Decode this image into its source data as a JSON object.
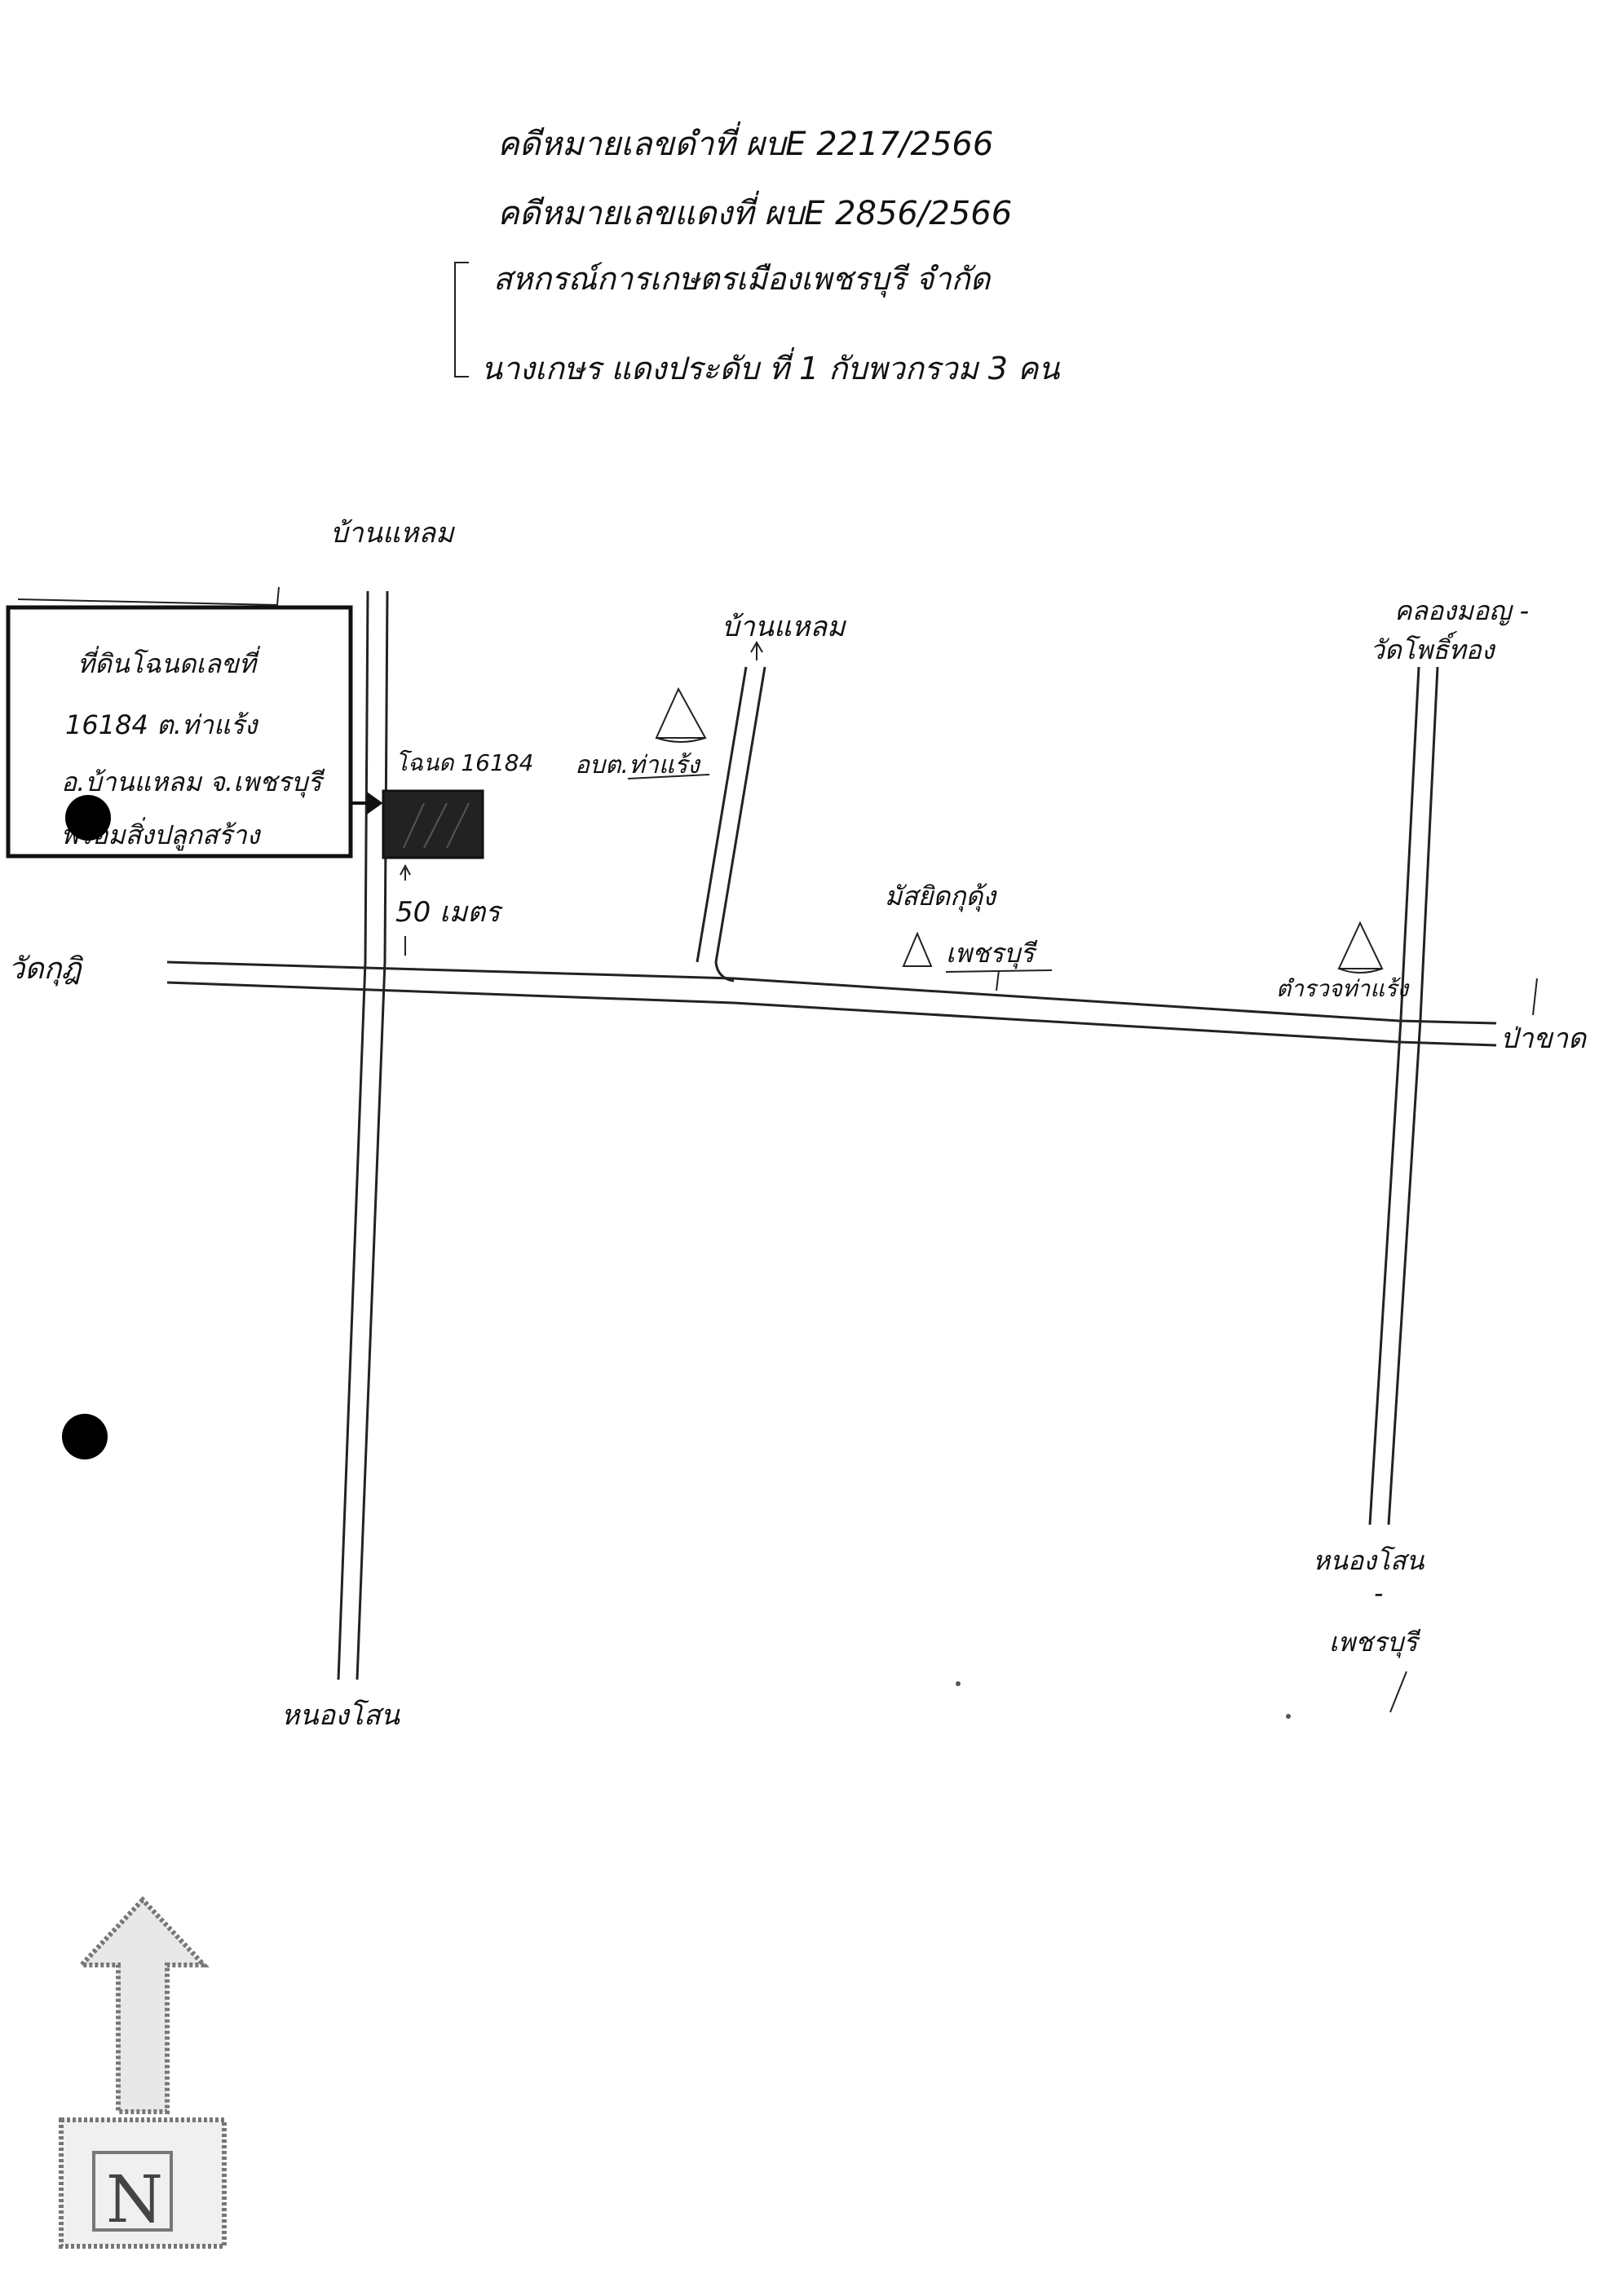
{
  "header": {
    "line1": "คดีหมายเลขดำที่ ผบE 2217/2566",
    "line2": "คดีหมายเลขแดงที่ ผบE 2856/2566",
    "line3": "สหกรณ์การเกษตรเมืองเพชรบุรี จำกัด",
    "line4": "นางเกษร แดงประดับ ที่ 1 กับพวกรวม 3 คน"
  },
  "labels": {
    "road_north_left": "บ้านแหลม",
    "road_north_mid": "บ้านแหลม",
    "road_north_right_1": "คลองมอญ -",
    "road_north_right_2": "วัดโพธิ์ทอง",
    "road_west": "วัดกุฎิ",
    "road_east": "ป่าขาด",
    "road_south_left": "หนองโสน",
    "road_south_right_1": "หนองโสน",
    "road_south_right_2": "-",
    "road_south_right_3": "เพชรบุรี",
    "temple_left": "อบต.ท่าแร้ง",
    "temple_mid_1": "มัสยิดกุดุ้ง",
    "temple_mid_2": "เพชรบุรี",
    "temple_right": "ตำรวจท่าแร้ง",
    "plot_id": "โฉนด 16184",
    "distance": "50 เมตร"
  },
  "land_box": {
    "line1": "ที่ดินโฉนดเลขที่",
    "line2": "16184 ต.ท่าแร้ง",
    "line3": "อ.บ้านแหลม จ.เพชรบุรี",
    "line4": "พร้อมสิ่งปลูกสร้าง"
  },
  "north_arrow": {
    "letter": "N"
  },
  "colors": {
    "ink": "#111111",
    "paper": "#ffffff",
    "plot_fill": "#222222"
  }
}
